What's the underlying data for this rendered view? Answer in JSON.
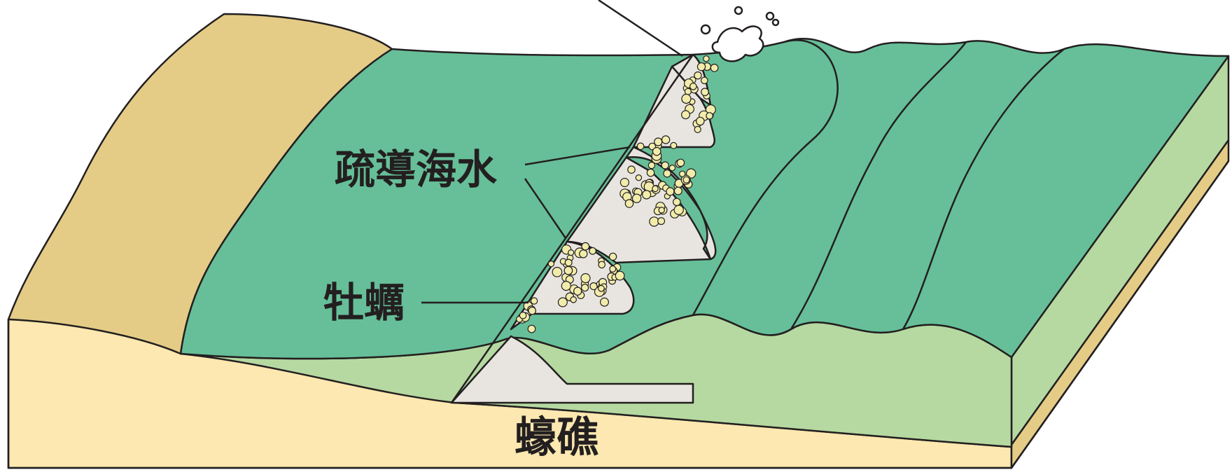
{
  "diagram": {
    "labels": {
      "guide_seawater": "疏導海水",
      "oyster": "牡蠣",
      "oyster_reef": "蠔礁"
    },
    "colors": {
      "sea_green": "#66bf98",
      "shallow_green": "#b5d9a1",
      "sand_light": "#fce8b0",
      "sand_dark": "#e4cc87",
      "reef_grey": "#e8e5e1",
      "oyster_yellow": "#f2ecab",
      "outline": "#231f20"
    }
  }
}
